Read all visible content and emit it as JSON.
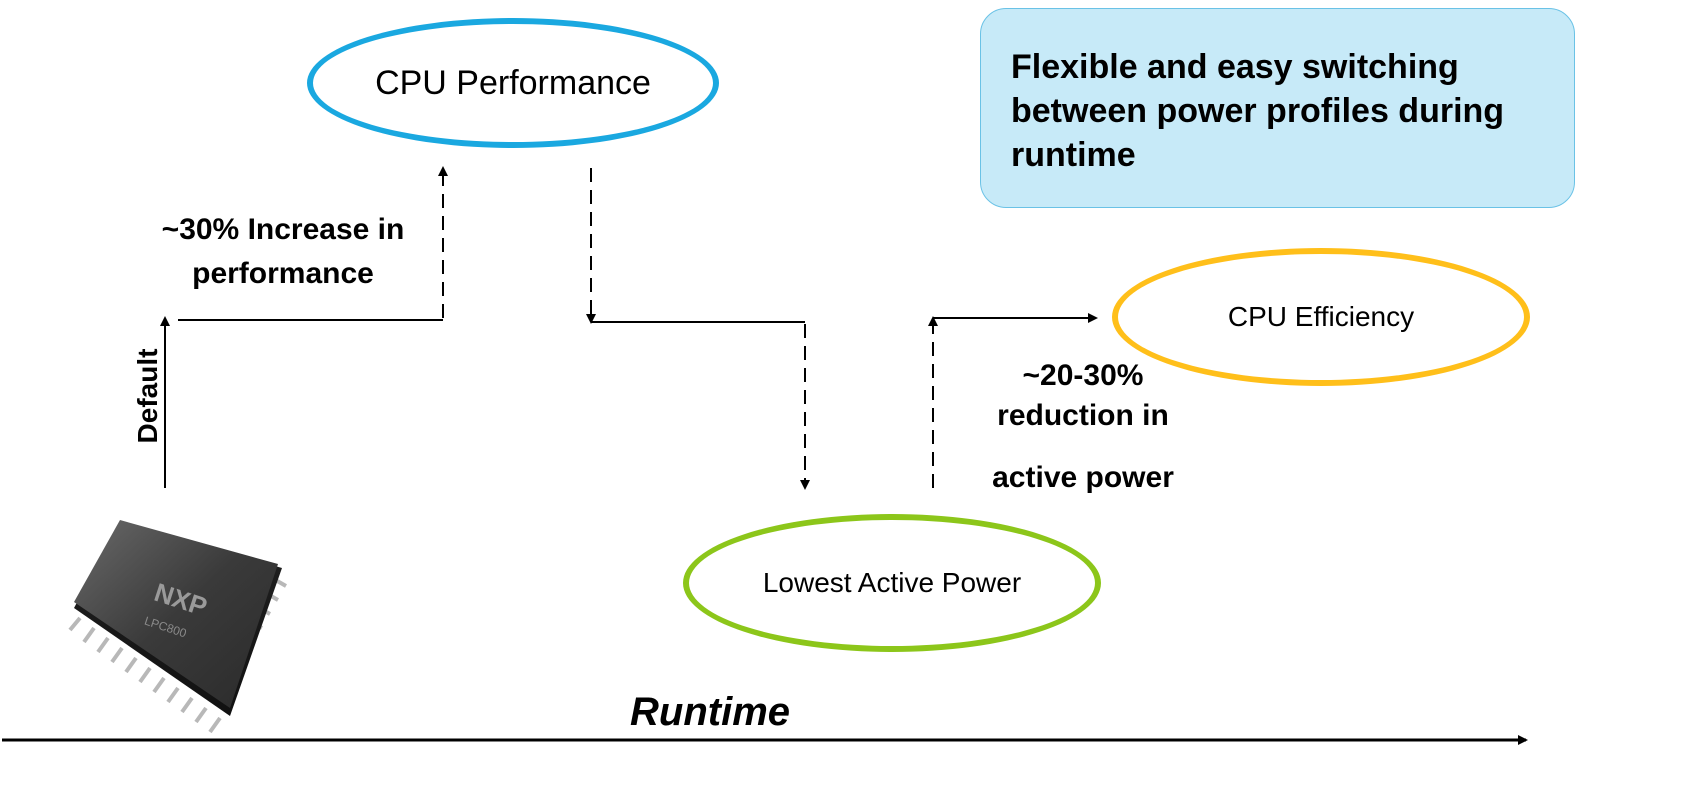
{
  "nodes": {
    "cpu_performance": "CPU Performance",
    "cpu_efficiency": "CPU Efficiency",
    "lowest_active_power": "Lowest Active Power"
  },
  "callout": {
    "text": "Flexible and easy switching between power profiles during runtime"
  },
  "labels": {
    "performance_increase": "~30% Increase in performance",
    "power_reduction_line1": "~20-30%",
    "power_reduction_line2": "reduction in",
    "power_reduction_line3": "active power",
    "default": "Default",
    "axis": "Runtime"
  },
  "chip": {
    "brand": "NXP",
    "model": "LPC800"
  },
  "colors": {
    "performance_border": "#1aa8e0",
    "efficiency_border": "#ffbf1a",
    "low_power_border": "#8cc61a",
    "callout_fill": "#c7eaf8"
  }
}
